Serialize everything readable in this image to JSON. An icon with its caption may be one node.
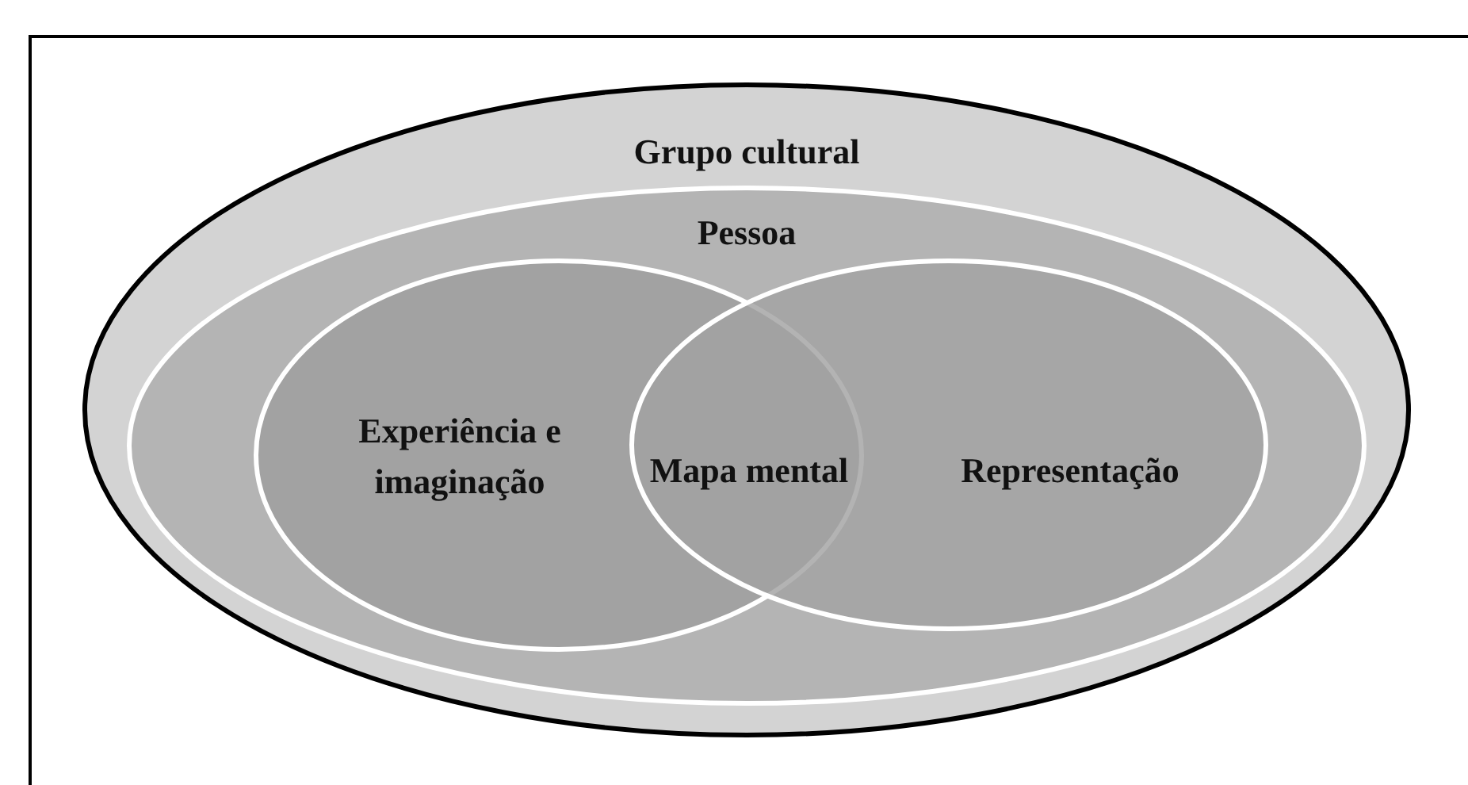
{
  "diagram": {
    "nodes": [
      {
        "text": [
          "Grupo cultural"
        ]
      },
      {
        "text": [
          "Pessoa"
        ],
        "in": 0
      },
      {
        "text": [
          "Experiência e imaginação"
        ],
        "in": 1
      },
      {
        "text": [
          "Representação"
        ],
        "in": 1
      },
      {
        "text": [
          "Mapa mental"
        ]
      }
    ]
  }
}
